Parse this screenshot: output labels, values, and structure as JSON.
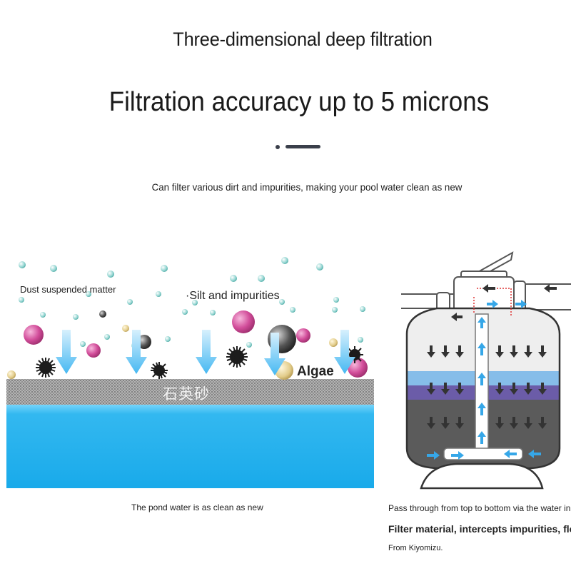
{
  "header": {
    "title": "Three-dimensional deep filtration",
    "headline": "Filtration accuracy up to 5 microns",
    "subtitle": "Can filter various dirt and impurities, making your pool water clean as new"
  },
  "left_diagram": {
    "labels": {
      "dust": "Dust suspended matter",
      "silt": "·Silt and impurities",
      "algae": "Algae",
      "sand": "石英砂"
    },
    "caption": "The pond water is as clean as new"
  },
  "right_diagram": {
    "caption_line1": "Pass through from top to bottom via the water inle",
    "caption_line2": "Filter material, intercepts impurities, flov",
    "caption_line3": "From Kiyomizu."
  },
  "colors": {
    "water_top": "#6fd0f8",
    "water_bottom": "#1bb0ec",
    "sand_layer": "#9a9a9a",
    "flow_arrow": "#6ec9f5",
    "tank_dark": "#5b5b5b",
    "tank_light": "#eeeeee",
    "tank_blue_band": "#86bde9",
    "tank_purple_band": "#6b5ca8",
    "pink_particle": "#d24d9a",
    "accent_line": "#3a3f4a"
  },
  "icons": [
    "down-arrow-icon",
    "up-arrow-icon",
    "left-arrow-icon",
    "right-arrow-icon",
    "urchin-particle-icon"
  ]
}
